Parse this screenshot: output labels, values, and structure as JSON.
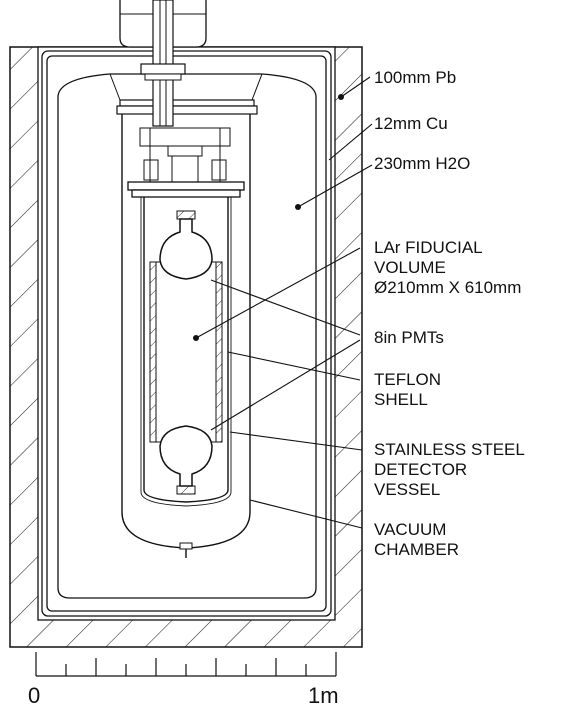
{
  "labels": {
    "pb": "100mm Pb",
    "cu": "12mm Cu",
    "h2o": "230mm H2O",
    "fiducial": [
      "LAr FIDUCIAL",
      "VOLUME",
      "Ø210mm X 610mm"
    ],
    "pmts": "8in PMTs",
    "teflon": [
      "TEFLON",
      "SHELL"
    ],
    "vessel": [
      "STAINLESS STEEL",
      "DETECTOR",
      "VESSEL"
    ],
    "vacuum": [
      "VACUUM",
      "CHAMBER"
    ]
  },
  "scale": {
    "start": "0",
    "end": "1m",
    "minor_ticks": 10
  }
}
